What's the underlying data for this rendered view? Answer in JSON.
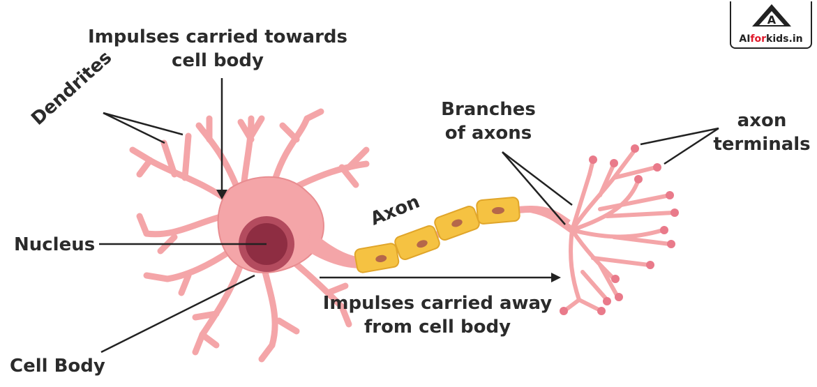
{
  "labels": {
    "impulses_towards_line1": "Impulses carried towards",
    "impulses_towards_line2": "cell body",
    "dendrites": "Dendrites",
    "nucleus": "Nucleus",
    "cell_body": "Cell Body",
    "axon": "Axon",
    "branches_line1": "Branches",
    "branches_line2": "of axons",
    "axon_terminals_line1": "axon",
    "axon_terminals_line2": "terminals",
    "impulses_away_line1": "Impulses carried away",
    "impulses_away_line2": "from cell body"
  },
  "logo": {
    "prefix": "AI",
    "middle": "for",
    "suffix": "kids.in"
  },
  "colors": {
    "neuron_fill": "#f4a5a8",
    "neuron_stroke": "#e88c90",
    "nucleus_outer": "#b34b5e",
    "nucleus_inner": "#8e2d42",
    "myelin_fill": "#f5c242",
    "myelin_stroke": "#e0a52a",
    "myelin_dot": "#b5674a",
    "terminal_knob": "#e97a8a",
    "text": "#2b2b2b",
    "logo_accent": "#e0192b"
  }
}
